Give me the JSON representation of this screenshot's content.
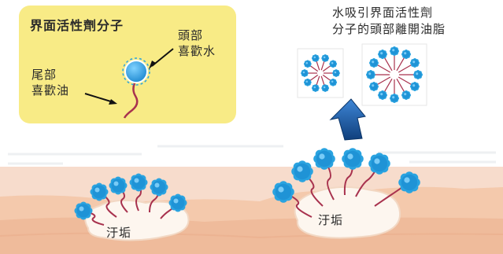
{
  "legend": {
    "title": "界面活性劑分子",
    "head_label": [
      "頭部",
      "喜歡水"
    ],
    "tail_label": [
      "尾部",
      "喜歡油"
    ]
  },
  "caption": [
    "水吸引界面活性劑",
    "分子的頭部離開油脂"
  ],
  "dirt_label": "汙垢",
  "colors": {
    "legend_bg": "#f8eb86",
    "head_blue": "#2aa3e0",
    "tail_red": "#a8324e",
    "skin": "#f6cfb2",
    "arrow_blue": "#1f63b0"
  }
}
